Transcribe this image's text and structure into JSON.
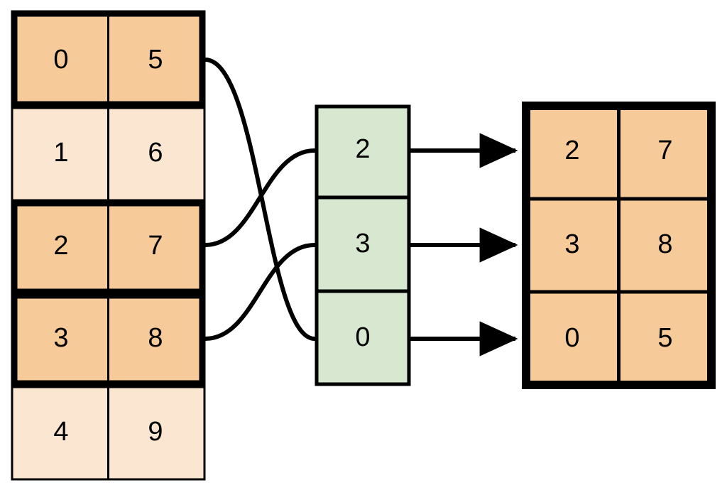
{
  "diagram": {
    "type": "array-index-selection",
    "colors": {
      "highlight_fill": "#f7ca9a",
      "dim_fill": "#fbe6d2",
      "index_fill": "#d8e8d0",
      "stroke": "#000000",
      "background": "#ffffff"
    },
    "source_table": {
      "name": "source-table",
      "columns": 2,
      "rows": [
        {
          "index": 0,
          "values": [
            "0",
            "5"
          ],
          "selected": true
        },
        {
          "index": 1,
          "values": [
            "1",
            "6"
          ],
          "selected": false
        },
        {
          "index": 2,
          "values": [
            "2",
            "7"
          ],
          "selected": true
        },
        {
          "index": 3,
          "values": [
            "3",
            "8"
          ],
          "selected": true
        },
        {
          "index": 4,
          "values": [
            "4",
            "9"
          ],
          "selected": false
        }
      ]
    },
    "index_column": {
      "name": "index-column",
      "values": [
        "2",
        "3",
        "0"
      ]
    },
    "result_table": {
      "name": "result-table",
      "columns": 2,
      "rows": [
        {
          "values": [
            "2",
            "7"
          ]
        },
        {
          "values": [
            "3",
            "8"
          ]
        },
        {
          "values": [
            "0",
            "5"
          ]
        }
      ]
    },
    "mappings": [
      {
        "from_row": 0,
        "to_index_slot": 2
      },
      {
        "from_row": 2,
        "to_index_slot": 0
      },
      {
        "from_row": 3,
        "to_index_slot": 1
      }
    ],
    "arrows": [
      {
        "from_index_slot": 0,
        "to_result_row": 0
      },
      {
        "from_index_slot": 1,
        "to_result_row": 1
      },
      {
        "from_index_slot": 2,
        "to_result_row": 2
      }
    ]
  }
}
